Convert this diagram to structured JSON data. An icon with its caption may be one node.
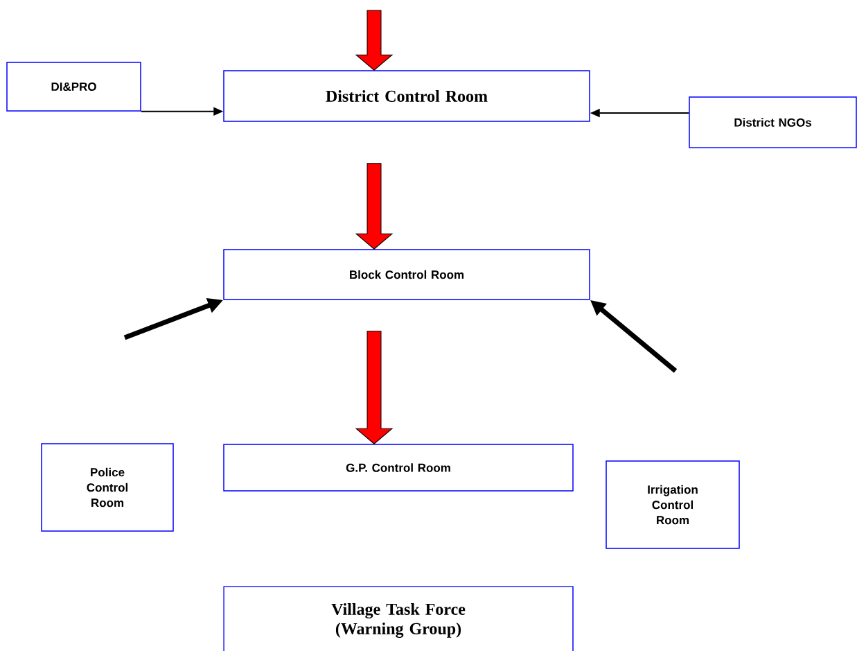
{
  "diagram": {
    "nodes": [
      {
        "text": [
          "DI&PRO"
        ]
      },
      {
        "text": [
          "District Control Room"
        ]
      },
      {
        "text": [
          "District NGOs"
        ]
      },
      {
        "text": [
          "Block Control Room"
        ]
      },
      {
        "text": [
          "Police Control Room"
        ]
      },
      {
        "text": [
          "G.P. Control Room"
        ]
      },
      {
        "text": [
          "Irrigation Control Room"
        ]
      },
      {
        "text": [
          "Village Task Force (Warning Group)"
        ]
      }
    ],
    "edges": [
      {
        "from": null,
        "to": 1,
        "arrow": "to",
        "color": "#ff0000"
      },
      {
        "from": 0,
        "to": 1,
        "arrow": "to"
      },
      {
        "from": 2,
        "to": 1,
        "arrow": "to"
      },
      {
        "from": 1,
        "to": 3,
        "arrow": "to",
        "color": "#ff0000"
      },
      {
        "from": null,
        "to": 3,
        "arrow": "to",
        "style": "thick"
      },
      {
        "from": null,
        "to": 3,
        "arrow": "to",
        "style": "thick"
      },
      {
        "from": 3,
        "to": 5,
        "arrow": "to",
        "color": "#ff0000"
      }
    ]
  }
}
